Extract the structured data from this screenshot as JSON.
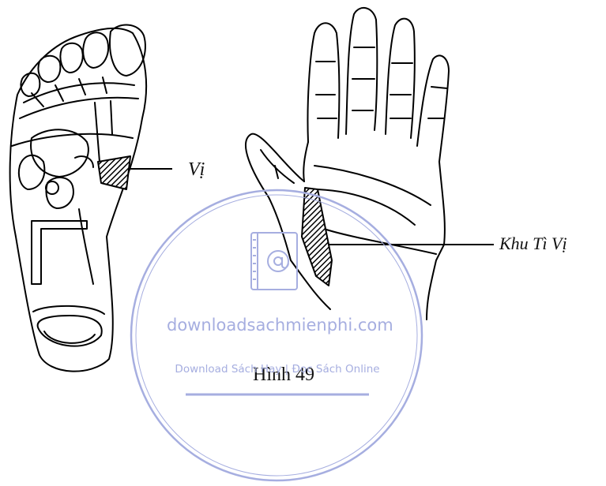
{
  "labels": {
    "foot_zone": "Vị",
    "hand_zone": "Khu Tì Vị",
    "caption": "Hình 49"
  },
  "watermark": {
    "site": "downloadsachmienphi.com",
    "tagline": "Download Sách Hay | Đọc Sách Online",
    "color": "#a6aee0"
  },
  "icons": {
    "watermark_logo": "book-at-icon"
  }
}
